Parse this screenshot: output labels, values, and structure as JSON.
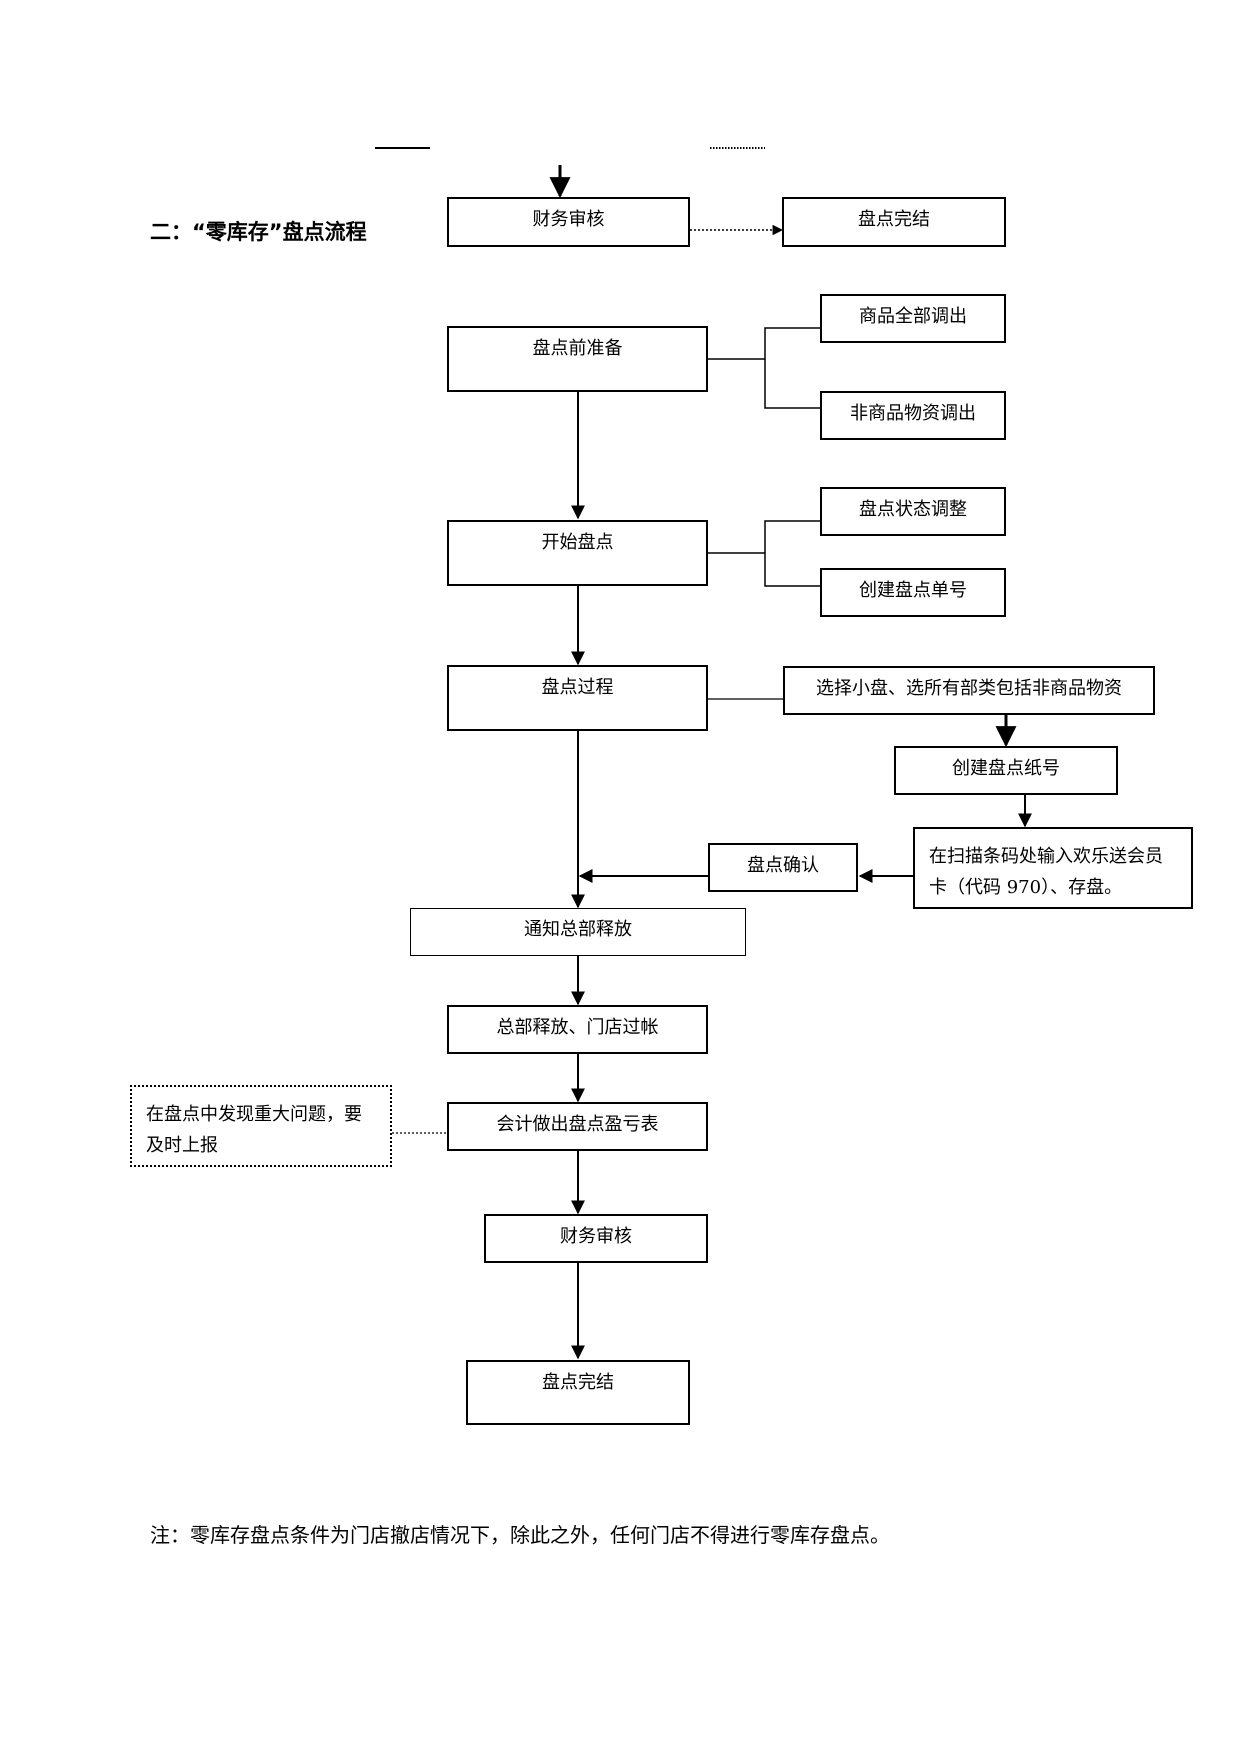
{
  "section_title": "二：“零库存”盘点流程",
  "top": {
    "finance_review": "财务审核",
    "complete": "盘点完结"
  },
  "flow": {
    "prepare": "盘点前准备",
    "prepare_sub1": "商品全部调出",
    "prepare_sub2": "非商品物资调出",
    "start": "开始盘点",
    "start_sub1": "盘点状态调整",
    "start_sub2": "创建盘点单号",
    "process": "盘点过程",
    "process_sub": "选择小盘、选所有部类包括非商品物资",
    "create_paper": "创建盘点纸号",
    "scan_line1": "在扫描条码处输入欢乐送会员",
    "scan_line2": "卡（代码 970）、存盘。",
    "confirm": "盘点确认",
    "notify": "通知总部释放",
    "release": "总部释放、门店过帐",
    "accounting": "会计做出盘点盈亏表",
    "issue_line1": "在盘点中发现重大问题，要",
    "issue_line2": "及时上报",
    "finance_review": "财务审核",
    "complete": "盘点完结"
  },
  "note": "注：零库存盘点条件为门店撤店情况下，除此之外，任何门店不得进行零库存盘点。"
}
